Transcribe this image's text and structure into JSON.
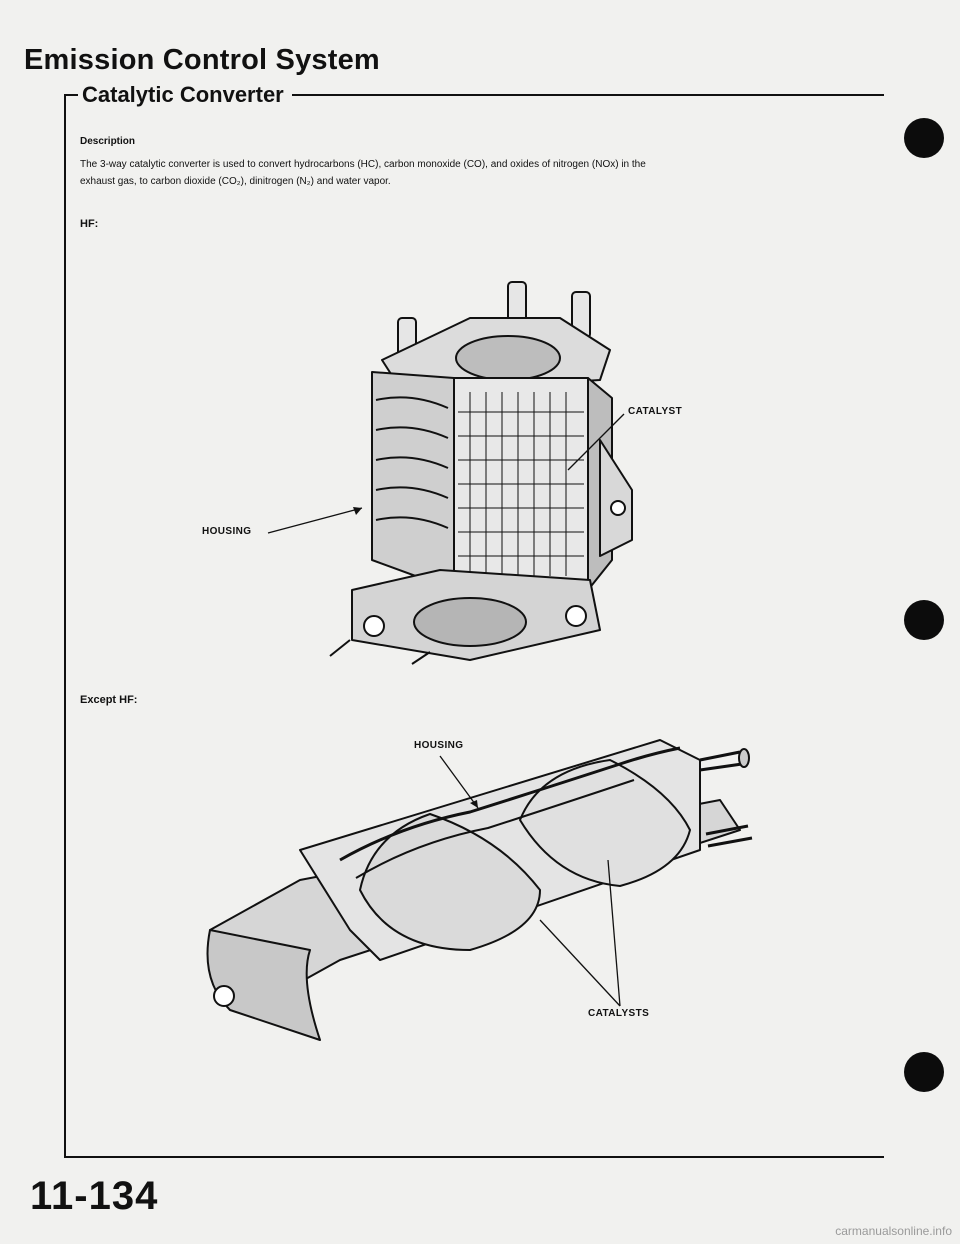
{
  "page": {
    "title": "Emission Control System",
    "section": "Catalytic Converter",
    "description_label": "Description",
    "description_line1": "The 3-way catalytic converter is used to convert hydrocarbons (HC), carbon monoxide (CO), and oxides of nitrogen (NOx) in the",
    "description_line2": "exhaust gas, to carbon dioxide (CO₂), dinitrogen (N₂) and water vapor.",
    "hf_label": "HF:",
    "except_label": "Except HF:",
    "page_number": "11-134",
    "watermark": "carmanualsonline.info"
  },
  "figure1": {
    "catalyst": "CATALYST",
    "housing": "HOUSING"
  },
  "figure2": {
    "housing": "HOUSING",
    "catalysts": "CATALYSTS"
  }
}
